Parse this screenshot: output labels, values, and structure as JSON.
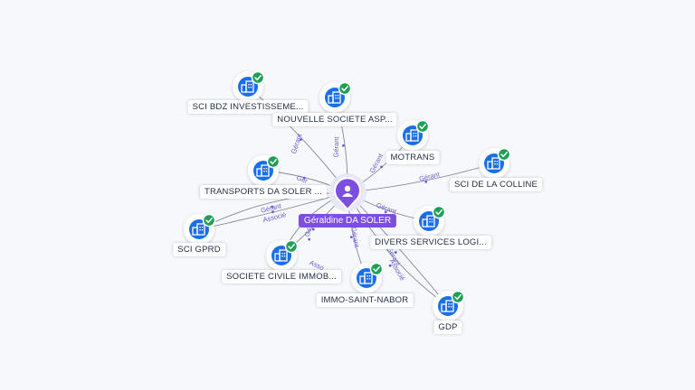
{
  "center": {
    "name": "Géraldine DA SOLER"
  },
  "colors": {
    "center": "#7d4fe0",
    "company": "#1a6fe8",
    "check": "#1f9e57",
    "edge": "#6d7587",
    "edge_label": "#6a5ad8"
  },
  "icons": {
    "center": "person-icon",
    "company": "building-icon",
    "verified": "check-icon"
  },
  "companies": [
    {
      "name": "SCI BDZ INVESTISSEME...",
      "edges": [
        "Gérant"
      ]
    },
    {
      "name": "NOUVELLE SOCIETE ASP...",
      "edges": [
        "Gérant"
      ]
    },
    {
      "name": "MOTRANS",
      "edges": [
        "Gérant"
      ]
    },
    {
      "name": "SCI DE LA COLLINE",
      "edges": [
        "Gérant"
      ]
    },
    {
      "name": "TRANSPORTS DA SOLER ...",
      "edges": [
        "Gér"
      ]
    },
    {
      "name": "DIVERS SERVICES LOGI...",
      "edges": [
        "Gérant"
      ]
    },
    {
      "name": "SCI GPRD",
      "edges": [
        "Gérant",
        "Associé"
      ]
    },
    {
      "name": "SOCIETE CIVILE IMMOB...",
      "edges": [
        "Gé",
        "Asso"
      ]
    },
    {
      "name": "IMMO-SAINT-NABOR",
      "edges": [
        "Gérant"
      ]
    },
    {
      "name": "GDP",
      "edges": [
        "Gérant",
        "Associé"
      ]
    }
  ]
}
